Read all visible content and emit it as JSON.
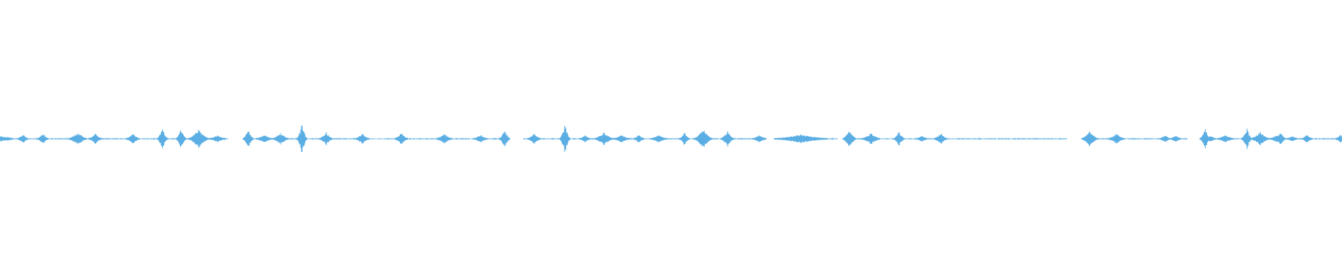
{
  "waveform": {
    "color": "#5aaee3",
    "background": "#ffffff",
    "bursts": [
      [
        0.0,
        0.009,
        0.22
      ],
      [
        0.006,
        0.004,
        0.12
      ],
      [
        0.017,
        0.004,
        0.35
      ],
      [
        0.032,
        0.004,
        0.45
      ],
      [
        0.058,
        0.007,
        0.48
      ],
      [
        0.071,
        0.005,
        0.42
      ],
      [
        0.099,
        0.005,
        0.4
      ],
      [
        0.121,
        0.004,
        0.95
      ],
      [
        0.135,
        0.004,
        0.85
      ],
      [
        0.148,
        0.008,
        0.8
      ],
      [
        0.162,
        0.006,
        0.25
      ],
      [
        0.185,
        0.004,
        0.78
      ],
      [
        0.197,
        0.006,
        0.32
      ],
      [
        0.209,
        0.006,
        0.48
      ],
      [
        0.225,
        0.004,
        1.3
      ],
      [
        0.243,
        0.005,
        0.55
      ],
      [
        0.27,
        0.005,
        0.45
      ],
      [
        0.299,
        0.005,
        0.48
      ],
      [
        0.331,
        0.006,
        0.4
      ],
      [
        0.358,
        0.005,
        0.3
      ],
      [
        0.376,
        0.004,
        0.22
      ],
      [
        0.376,
        0.004,
        0.8
      ],
      [
        0.398,
        0.005,
        0.42
      ],
      [
        0.421,
        0.004,
        1.4
      ],
      [
        0.436,
        0.004,
        0.28
      ],
      [
        0.45,
        0.007,
        0.55
      ],
      [
        0.463,
        0.006,
        0.28
      ],
      [
        0.476,
        0.004,
        0.32
      ],
      [
        0.491,
        0.006,
        0.3
      ],
      [
        0.51,
        0.004,
        0.5
      ],
      [
        0.524,
        0.007,
        0.8
      ],
      [
        0.542,
        0.005,
        0.65
      ],
      [
        0.566,
        0.005,
        0.32
      ],
      [
        0.597,
        0.02,
        0.33
      ],
      [
        0.633,
        0.005,
        0.78
      ],
      [
        0.649,
        0.007,
        0.45
      ],
      [
        0.67,
        0.004,
        0.62
      ],
      [
        0.687,
        0.004,
        0.22
      ],
      [
        0.701,
        0.005,
        0.45
      ],
      [
        0.812,
        0.006,
        0.7
      ],
      [
        0.832,
        0.006,
        0.42
      ],
      [
        0.868,
        0.004,
        0.3
      ],
      [
        0.876,
        0.004,
        0.25
      ],
      [
        0.898,
        0.004,
        0.9
      ],
      [
        0.913,
        0.006,
        0.32
      ],
      [
        0.929,
        0.004,
        0.9
      ],
      [
        0.951,
        0.005,
        0.25
      ],
      [
        0.963,
        0.004,
        0.18
      ],
      [
        0.974,
        0.004,
        0.32
      ],
      [
        0.939,
        0.007,
        0.55
      ],
      [
        0.954,
        0.004,
        0.6
      ],
      [
        0.999,
        0.004,
        0.3
      ],
      [
        0.902,
        0.004,
        0.25
      ]
    ],
    "noise_segments": [
      [
        0.0,
        0.17
      ],
      [
        0.183,
        0.38
      ],
      [
        0.39,
        0.571
      ],
      [
        0.58,
        0.624
      ],
      [
        0.628,
        0.795
      ],
      [
        0.81,
        0.885
      ],
      [
        0.899,
        1.0
      ]
    ]
  }
}
